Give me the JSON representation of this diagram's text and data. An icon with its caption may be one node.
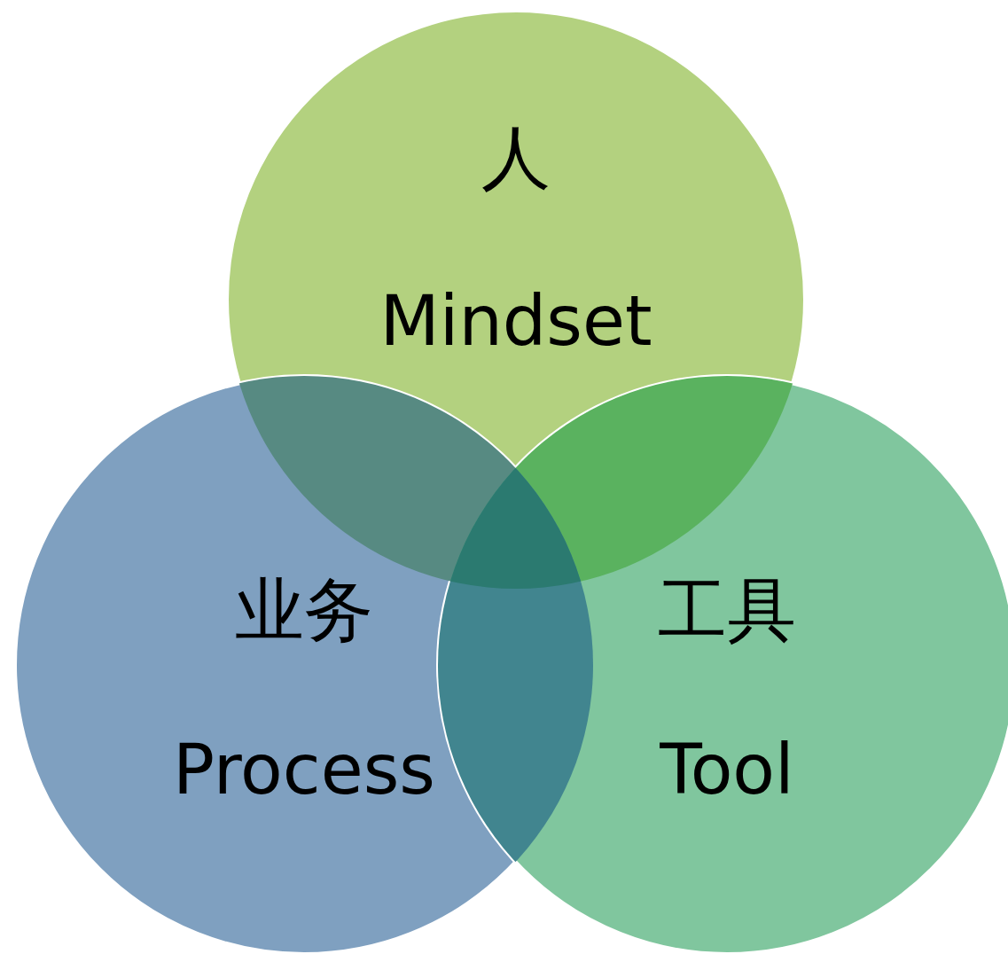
{
  "diagram": {
    "nodes": [
      {
        "text": [
          "人",
          "Mindset"
        ]
      },
      {
        "text": [
          "业务",
          "Process"
        ]
      },
      {
        "text": [
          "工具",
          "Tool"
        ]
      }
    ]
  }
}
